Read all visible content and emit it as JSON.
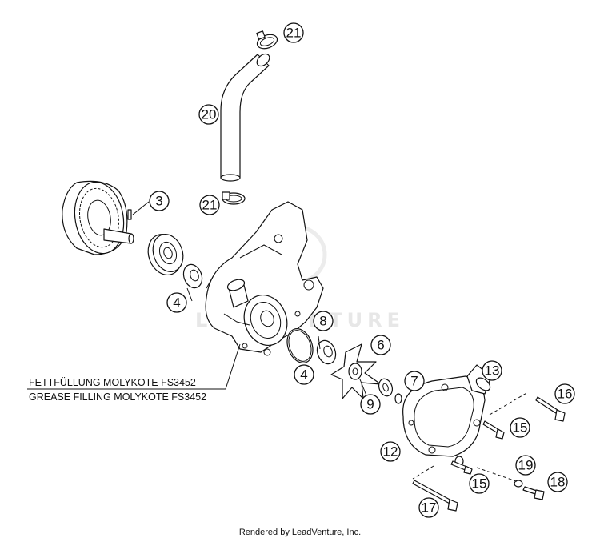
{
  "watermark": "LEADVENTURE",
  "note": {
    "line1": "FETTFÜLLUNG MOLYKOTE FS3452",
    "line2": "GREASE FILLING MOLYKOTE FS3452"
  },
  "footer": "Rendered by LeadVenture, Inc.",
  "callouts": [
    {
      "id": "c21a",
      "number": "21"
    },
    {
      "id": "c20",
      "number": "20"
    },
    {
      "id": "c21b",
      "number": "21"
    },
    {
      "id": "c3",
      "number": "3"
    },
    {
      "id": "c4a",
      "number": "4"
    },
    {
      "id": "c8",
      "number": "8"
    },
    {
      "id": "c6",
      "number": "6"
    },
    {
      "id": "c4b",
      "number": "4"
    },
    {
      "id": "c7",
      "number": "7"
    },
    {
      "id": "c9",
      "number": "9"
    },
    {
      "id": "c13",
      "number": "13"
    },
    {
      "id": "c16",
      "number": "16"
    },
    {
      "id": "c15a",
      "number": "15"
    },
    {
      "id": "c12",
      "number": "12"
    },
    {
      "id": "c19",
      "number": "19"
    },
    {
      "id": "c15b",
      "number": "15"
    },
    {
      "id": "c18",
      "number": "18"
    },
    {
      "id": "c17",
      "number": "17"
    }
  ]
}
